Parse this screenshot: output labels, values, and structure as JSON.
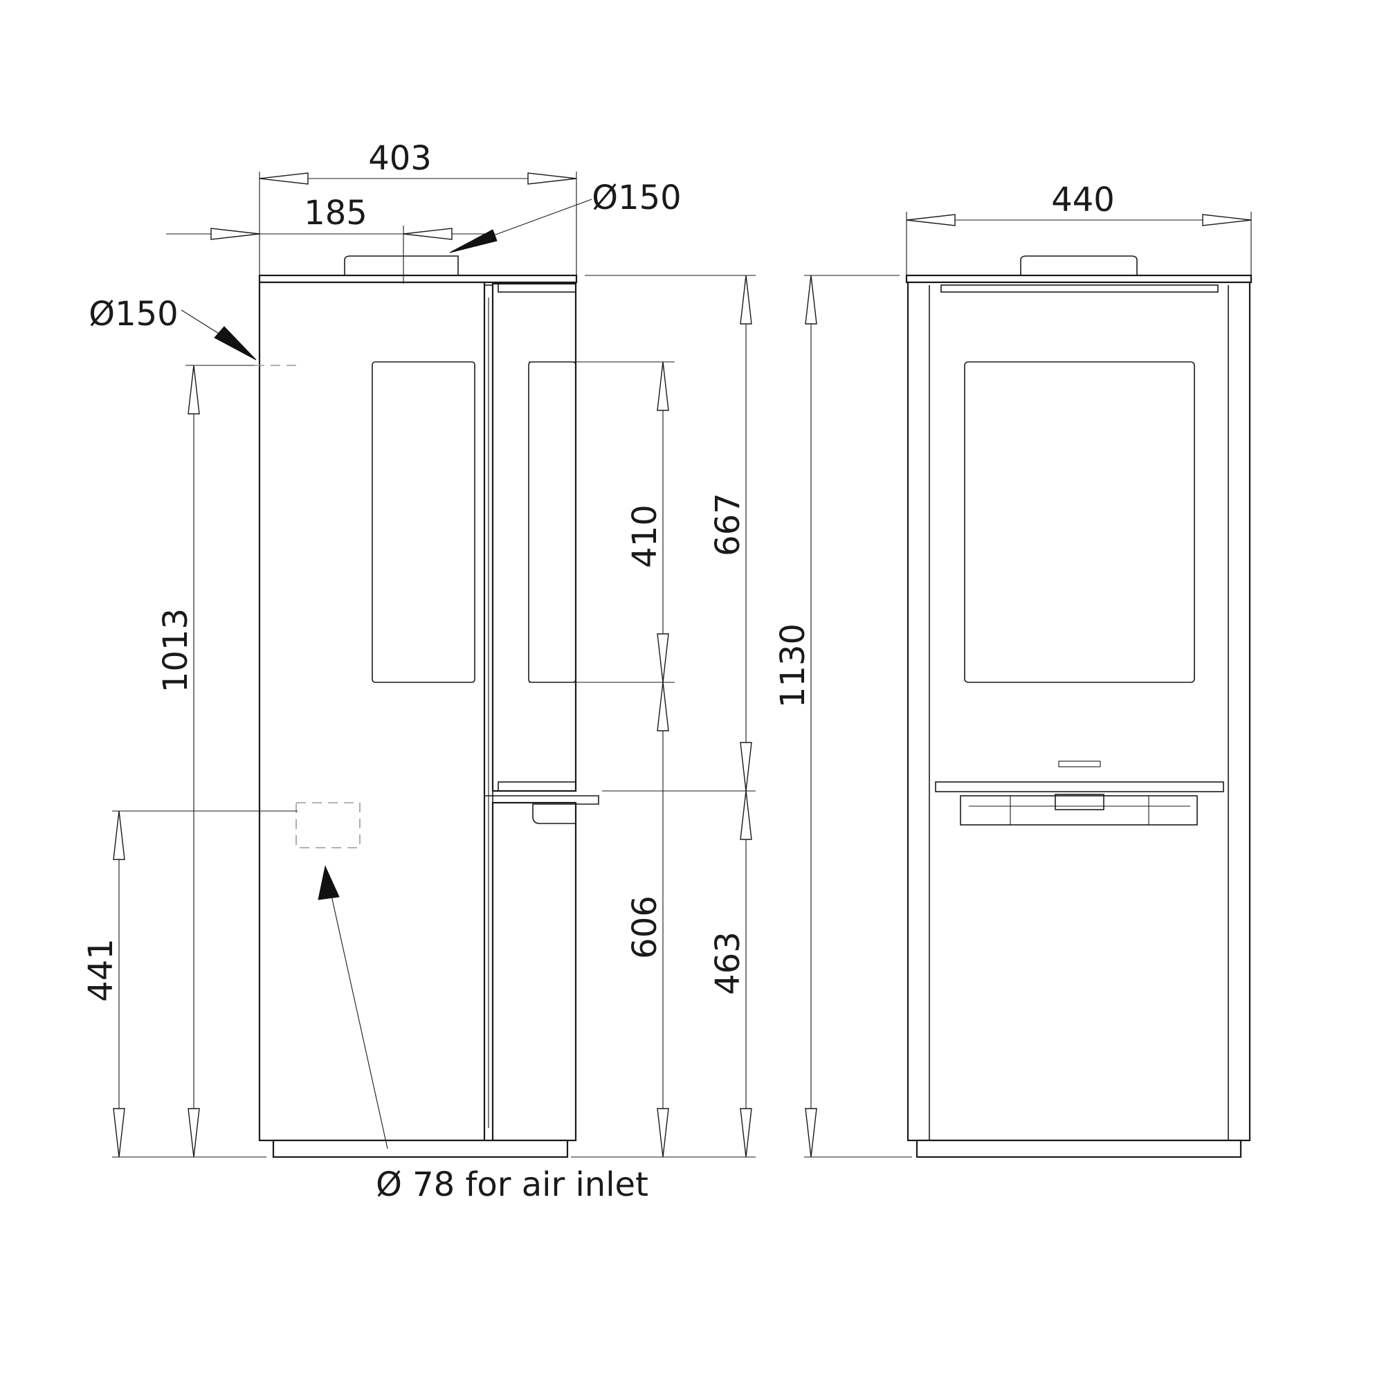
{
  "dimensions": {
    "side_width": "403",
    "flue_offset": "185",
    "top_flue_diameter": "Ø150",
    "rear_flue_diameter": "Ø150",
    "rear_flue_height": "1013",
    "air_inlet_height": "441",
    "door_glass_height": "410",
    "firebox_top_height": "606",
    "door_height": "667",
    "firebox_floor_height": "463",
    "total_height": "1130",
    "front_width": "440"
  },
  "air_inlet_note": "Ø 78 for air inlet",
  "colors": {
    "line": "#1a1a1a",
    "hidden_line": "#9a9a9a",
    "background": "#ffffff"
  }
}
